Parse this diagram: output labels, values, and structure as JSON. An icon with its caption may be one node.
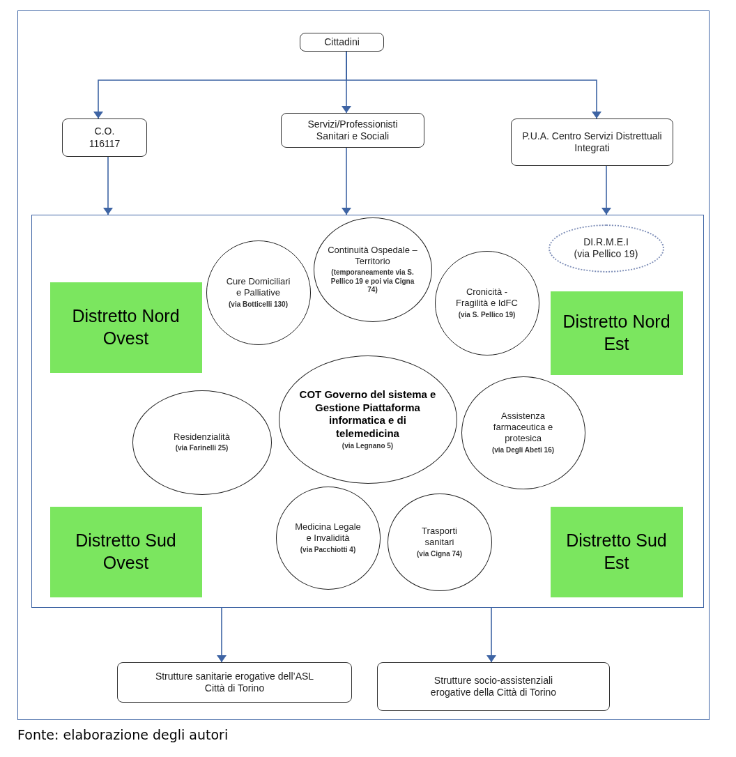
{
  "diagram": {
    "caption": "Fonte: elaborazione degli autori",
    "nodes": [
      {
        "text": [
          "Cittadini"
        ]
      },
      {
        "text": [
          "C.O. 116117"
        ]
      },
      {
        "text": [
          "Servizi/Professionisti Sanitari e Sociali"
        ]
      },
      {
        "text": [
          "P.U.A. Centro Servizi Distrettuali Integrati"
        ]
      },
      {
        "text": [],
        "shape": "box"
      },
      {
        "text": [
          "Continuità Ospedale – Territorio",
          "(temporaneamente via S. Pellico 19 e poi via Cigna 74)"
        ],
        "in": 4
      },
      {
        "text": [
          "DI.R.M.E.I",
          "(via Pellico 19)"
        ],
        "in": 4
      },
      {
        "text": [
          "Cure Domiciliari e Palliative",
          "(via Botticelli 130)"
        ],
        "in": 4
      },
      {
        "text": [
          "Distretto Nord Ovest"
        ],
        "in": 4
      },
      {
        "text": [
          "Cronicità - Fragilità e IdFC",
          "(via S. Pellico 19)"
        ],
        "in": 4
      },
      {
        "text": [
          "Distretto Nord Est"
        ],
        "in": 4
      },
      {
        "text": [
          "COT Governo del sistema e Gestione Piattaforma informatica e di telemedicina",
          "(via Legnano 5)"
        ],
        "in": 4
      },
      {
        "text": [
          "Residenzialità",
          "(via Farinelli 25)"
        ],
        "in": 4
      },
      {
        "text": [
          "Assistenza farmaceutica e protesica",
          "(via Degli Abeti 16)"
        ],
        "in": 4
      },
      {
        "text": [
          "Medicina Legale e Invalidità",
          "(via Pacchiotti 4)"
        ],
        "in": 4
      },
      {
        "text": [
          "Trasporti sanitari",
          "(via Cigna 74)"
        ],
        "in": 4
      },
      {
        "text": [
          "Distretto Sud Ovest"
        ],
        "in": 4
      },
      {
        "text": [
          "Distretto Sud Est"
        ],
        "in": 4
      },
      {
        "text": [
          "Strutture sanitarie erogative dell’ASL Città di Torino"
        ]
      },
      {
        "text": [
          "Strutture socio-assistenziali erogative della Città di Torino"
        ]
      }
    ],
    "edges": [
      {
        "from": 0,
        "to": 1,
        "arrow": "to"
      },
      {
        "from": 0,
        "to": 2,
        "arrow": "to"
      },
      {
        "from": 0,
        "to": 3,
        "arrow": "to"
      },
      {
        "from": 1,
        "to": 4,
        "arrow": "to"
      },
      {
        "from": 2,
        "to": 4,
        "arrow": "to"
      },
      {
        "from": 3,
        "to": 4,
        "arrow": "to"
      },
      {
        "from": 4,
        "to": 18,
        "arrow": "to"
      },
      {
        "from": 4,
        "to": 19,
        "arrow": "to"
      }
    ]
  }
}
